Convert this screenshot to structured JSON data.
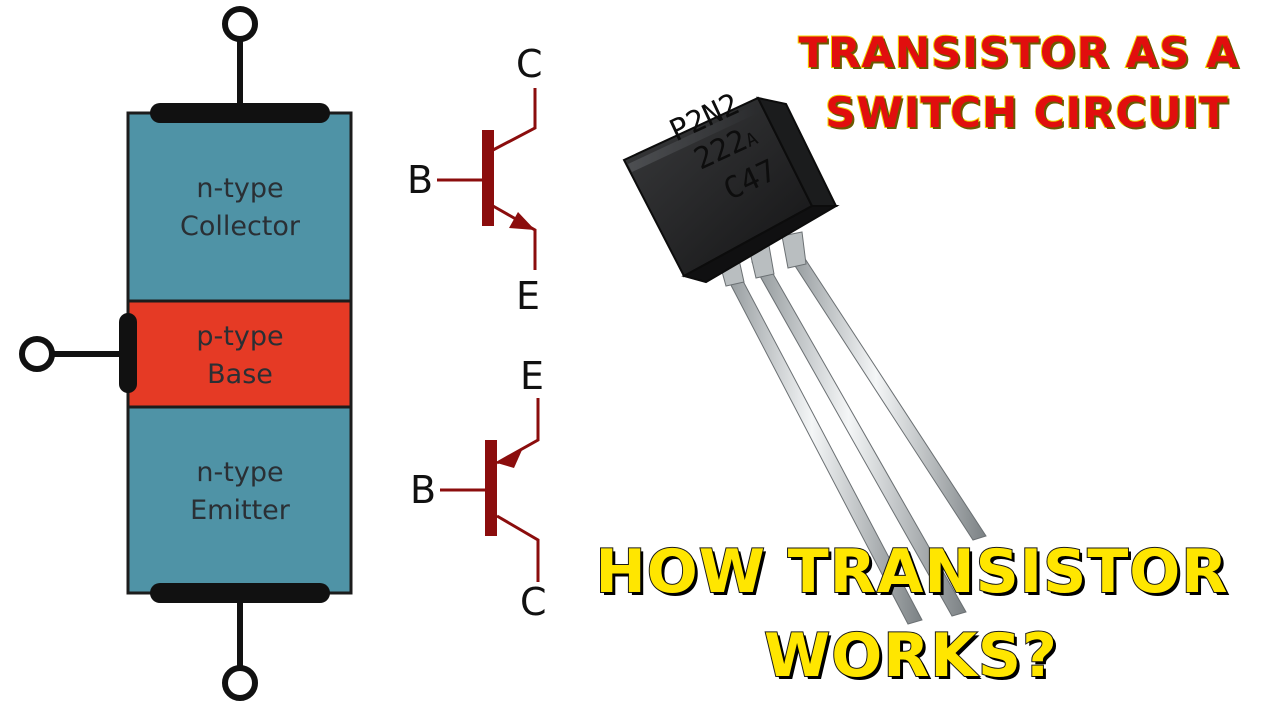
{
  "structure": {
    "collector": {
      "line1": "n-type",
      "line2": "Collector"
    },
    "base": {
      "line1": "p-type",
      "line2": "Base"
    },
    "emitter": {
      "line1": "n-type",
      "line2": "Emitter"
    }
  },
  "npn_symbol": {
    "collector": "C",
    "base": "B",
    "emitter": "E"
  },
  "pnp_symbol": {
    "emitter": "E",
    "base": "B",
    "collector": "C"
  },
  "component_marking": {
    "line1": "P2N2",
    "line2": "222",
    "suffix": "A",
    "line3": "C47"
  },
  "title": {
    "line1": "TRANSISTOR AS A",
    "line2": "SWITCH CIRCUIT"
  },
  "question": {
    "line1": "HOW TRANSISTOR",
    "line2": "WORKS?"
  },
  "colors": {
    "n_region": "#4f93a6",
    "p_region": "#e53a25",
    "symbol": "#8b0d0d",
    "title_fill": "#e10e0e",
    "title_outline": "#f2d700",
    "question_fill": "#ffe600"
  }
}
